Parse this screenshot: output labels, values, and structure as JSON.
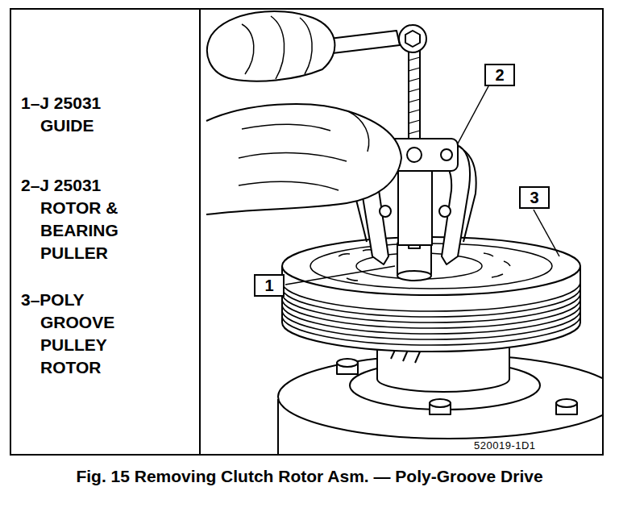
{
  "diagram": {
    "caption": "Fig. 15 Removing Clutch Rotor Asm. — Poly-Groove Drive",
    "nodes": [
      {
        "text": [
          "2"
        ]
      },
      {
        "text": [
          "3"
        ]
      },
      {
        "text": [
          "1"
        ]
      }
    ],
    "labels": [
      "1–J 25031 GUIDE",
      "2–J 25031 ROTOR & BEARING PULLER",
      "3–POLY GROOVE PULLEY ROTOR",
      "520019-1D1"
    ]
  }
}
